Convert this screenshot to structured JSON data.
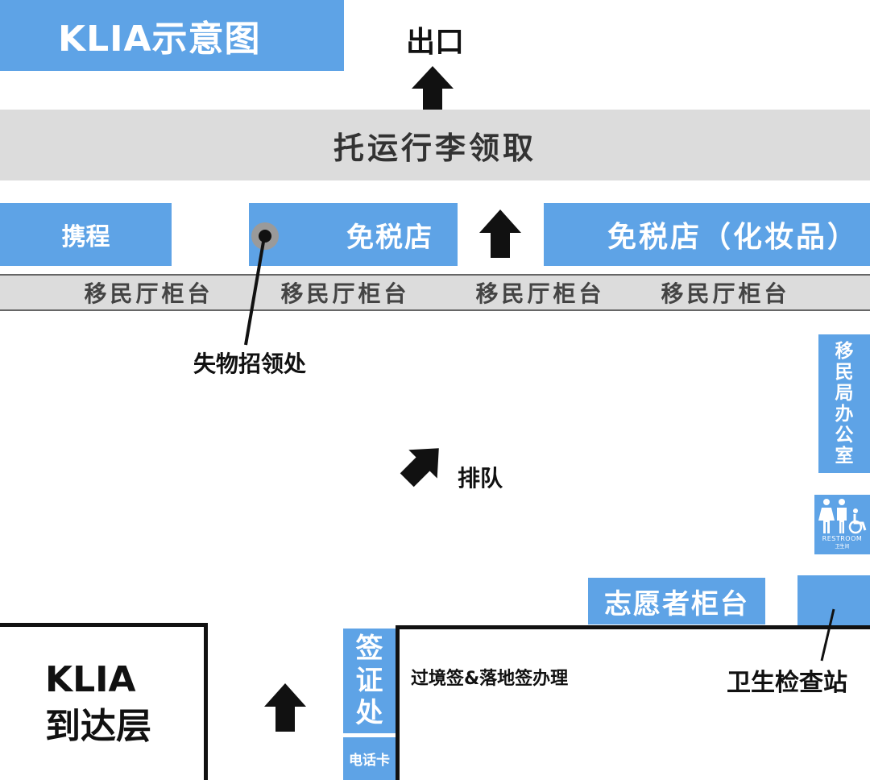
{
  "map": {
    "title": "KLIA示意图",
    "exit": "出口",
    "baggage_claim": "托运行李领取",
    "ctrip": "携程",
    "duty_free": "免税店",
    "duty_free_cosmetics": "免税店（化妆品）",
    "immigration_counters": [
      "移民厅柜台",
      "移民厅柜台",
      "移民厅柜台",
      "移民厅柜台"
    ],
    "lost_and_found": "失物招领处",
    "queue": "排队",
    "immigration_office": [
      "移",
      "民",
      "局",
      "办",
      "公",
      "室"
    ],
    "restroom_en": "RESTROOM",
    "restroom_cn": "卫生间",
    "volunteer_counter": "志愿者柜台",
    "health_station": "卫生检查站",
    "arrival_level": [
      "KLIA",
      "到达层"
    ],
    "visa_office": [
      "签",
      "证",
      "处"
    ],
    "phone_card": "电话卡",
    "visa_service": "过境签&落地签办理",
    "colors": {
      "blue": "#5ea3e6",
      "grey": "#dcdcdc",
      "dark": "#111111"
    },
    "icons": [
      "arrow-up-icon",
      "arrow-diagonal-icon",
      "restroom-icon",
      "wheelchair-icon",
      "location-dot-icon"
    ]
  }
}
